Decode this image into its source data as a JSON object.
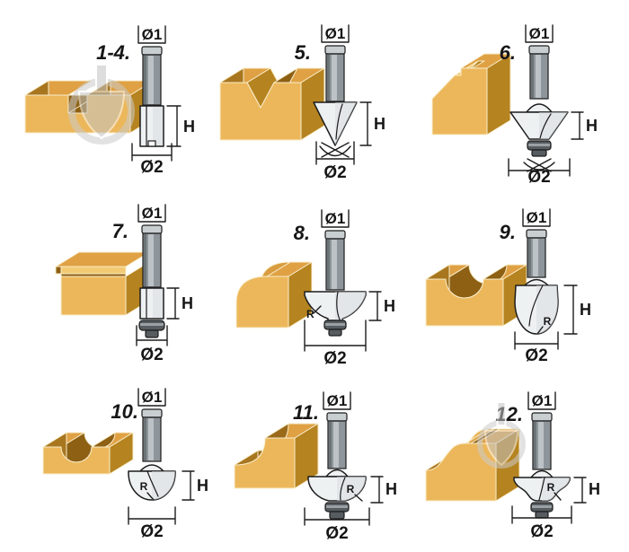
{
  "page": {
    "background": "#FFFFFF",
    "description": "Illustrated chart of nine router-bit profiles, each with a cut wood sample block, item number and dimension callouts"
  },
  "colors": {
    "wood_front": "#ECB75B",
    "wood_top": "#DFA144",
    "wood_side_dark": "#A8761F",
    "wood_side_mid": "#B5831F",
    "wood_groove": "#8D6014",
    "wood_chamfer_light": "#F3CA74",
    "steel_shank": "#8F969B",
    "steel_cutter": "#EEF1F2",
    "bearing": "#565C60",
    "ink": "#1C1C1C",
    "watermark": "#C6C6C6"
  },
  "watermark": {
    "shape": "shield-in-circle-logo"
  },
  "cells": [
    {
      "number": "1-4.",
      "bit": "straight-groove-bit",
      "wood": "dado-groove-block",
      "d1": "Ø1",
      "h": "H",
      "d2": "Ø2"
    },
    {
      "number": "5.",
      "bit": "v-groove-bit",
      "wood": "v-groove-block",
      "d1": "Ø1",
      "h": "H",
      "d2": "Ø2"
    },
    {
      "number": "6.",
      "bit": "chamfer-bit-with-bearing",
      "wood": "chamfered-edge-block",
      "d1": "Ø1",
      "h": "H",
      "d2": "Ø2"
    },
    {
      "number": "7.",
      "bit": "flush-trim-bit-with-bearing",
      "wood": "flush-trimmed-block",
      "d1": "Ø1",
      "h": "H",
      "d2": "Ø2"
    },
    {
      "number": "8.",
      "bit": "roundover-bit-with-bearing",
      "wood": "rounded-edge-block",
      "d1": "Ø1",
      "h": "H",
      "d2": "Ø2",
      "r": "R"
    },
    {
      "number": "9.",
      "bit": "core-box-bit-deep",
      "wood": "cove-channel-block",
      "d1": "Ø1",
      "h": "H",
      "d2": "Ø2",
      "r": "R"
    },
    {
      "number": "10.",
      "bit": "core-box-bit",
      "wood": "cove-channel-block",
      "d1": "Ø1",
      "h": "H",
      "d2": "Ø2",
      "r": "R"
    },
    {
      "number": "11.",
      "bit": "cove-bit-with-bearing",
      "wood": "cove-edge-block",
      "d1": "Ø1",
      "h": "H",
      "d2": "Ø2",
      "r": "R"
    },
    {
      "number": "12.",
      "bit": "ogee-bit-with-bearing",
      "wood": "ogee-edge-block",
      "d1": "Ø1",
      "h": "H",
      "d2": "Ø2",
      "r": "R"
    }
  ]
}
